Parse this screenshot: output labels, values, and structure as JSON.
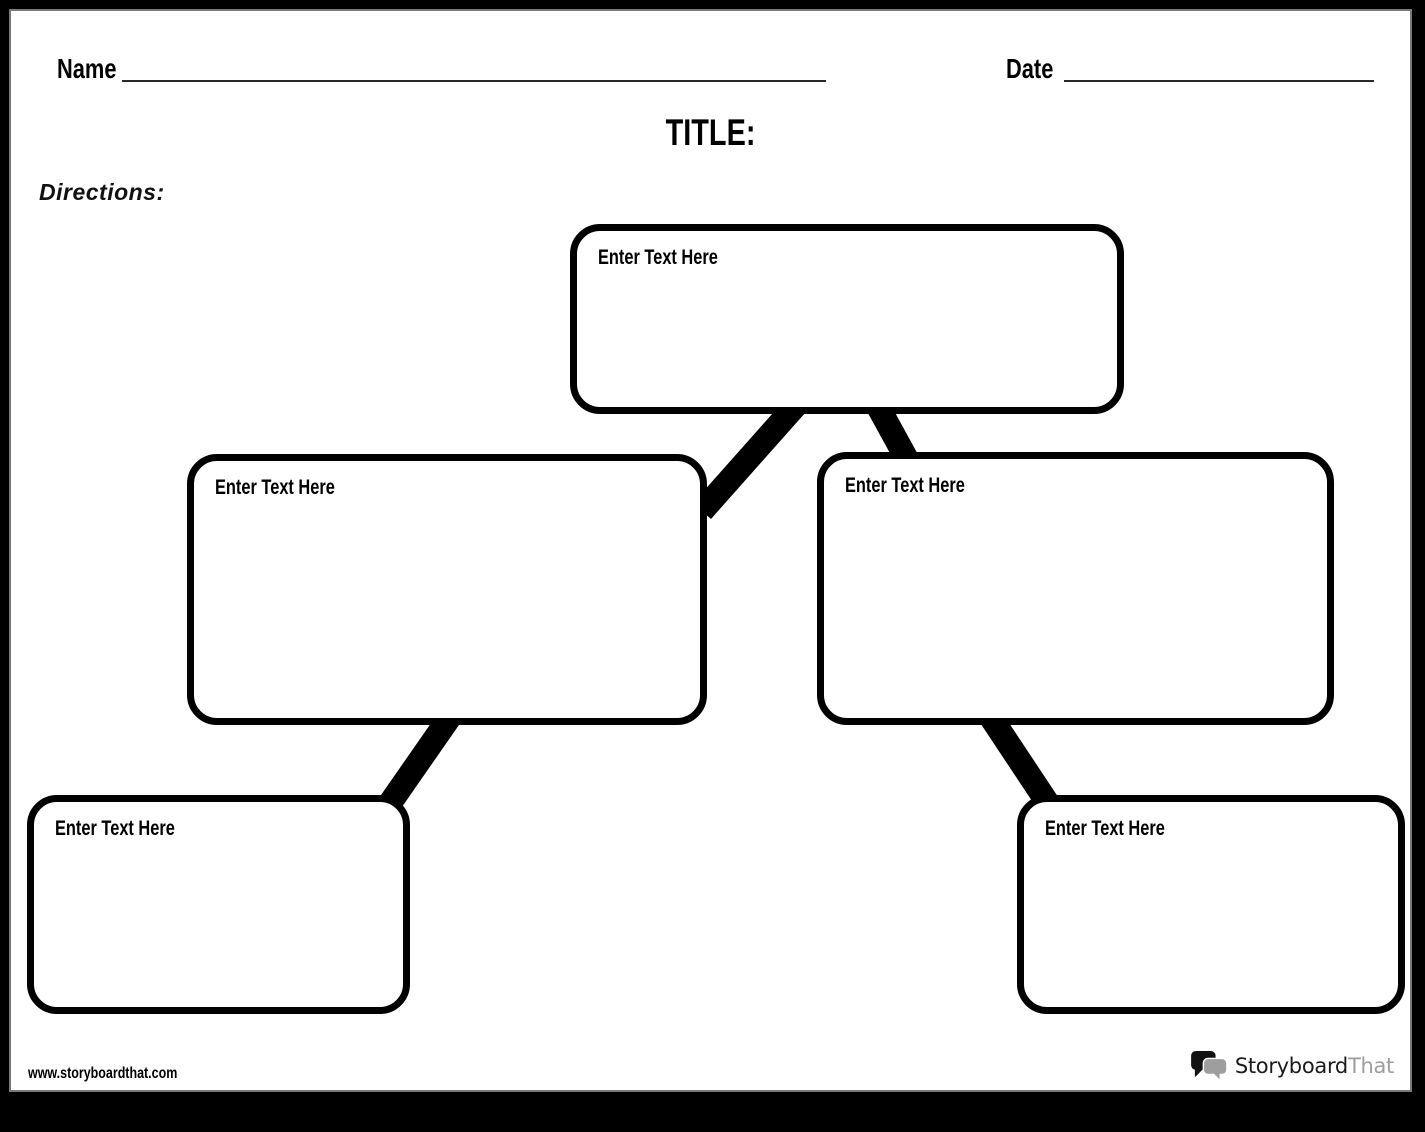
{
  "page": {
    "header": {
      "name_label": "Name",
      "date_label": "Date",
      "title": "TITLE:",
      "directions_label": "Directions:"
    },
    "boxes": [
      {
        "id": "top",
        "label": "Enter Text Here"
      },
      {
        "id": "middle-left",
        "label": "Enter Text Here"
      },
      {
        "id": "middle-right",
        "label": "Enter Text Here"
      },
      {
        "id": "bottom-left",
        "label": "Enter Text Here"
      },
      {
        "id": "bottom-right",
        "label": "Enter Text Here"
      }
    ],
    "edges": [
      [
        "top",
        "middle-left"
      ],
      [
        "top",
        "middle-right"
      ],
      [
        "middle-left",
        "bottom-left"
      ],
      [
        "middle-right",
        "bottom-right"
      ]
    ],
    "footer": {
      "website": "www.storyboardthat.com",
      "logo_text_primary": "Storyboard",
      "logo_text_secondary": "That"
    },
    "colors": {
      "ink": "#000000",
      "paper": "#ffffff",
      "frame": "#000000",
      "hairline": "#7a7a7a",
      "logo_gray": "#9e9e9e"
    }
  }
}
